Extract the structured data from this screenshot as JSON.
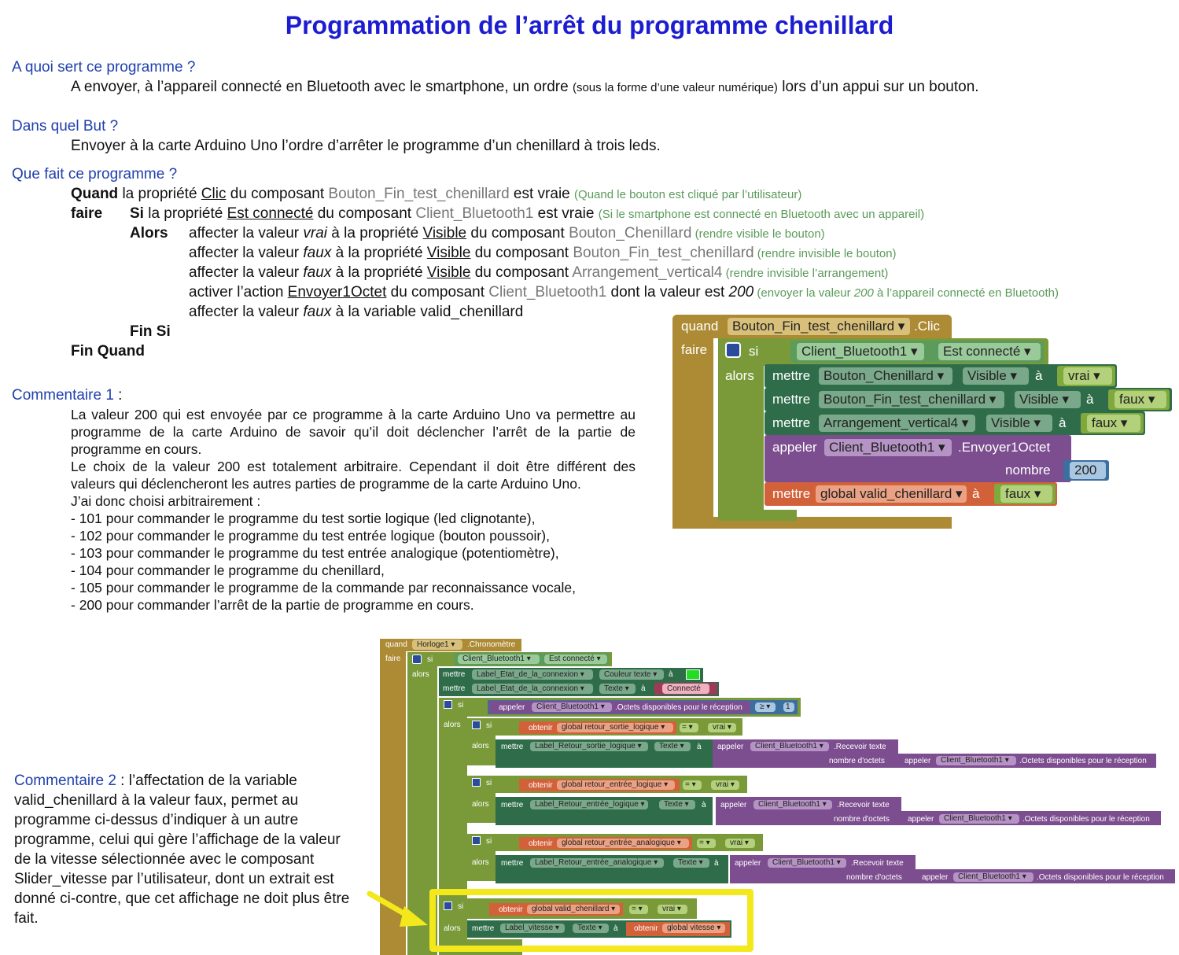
{
  "title": "Programmation de l’arrêt du programme chenillard",
  "q1": {
    "heading": "A quoi sert ce programme ?",
    "text_a": "A envoyer, à l’appareil connecté en Bluetooth avec le smartphone, un ordre ",
    "text_small": "(sous la forme d’une valeur numérique)",
    "text_b": " lors d’un appui sur un bouton."
  },
  "q2": {
    "heading": "Dans quel But ?",
    "text": "Envoyer à la carte Arduino Uno l’ordre d’arrêter le programme d’un chenillard à trois leds."
  },
  "q3": {
    "heading": "Que fait ce programme ?",
    "quand": {
      "kw": "Quand",
      "a": " la propriété ",
      "prop": "Clic",
      "b": " du composant ",
      "comp": "Bouton_Fin_test_chenillard",
      "c": " est vraie ",
      "note": "(Quand le bouton est cliqué par l’utilisateur)"
    },
    "faire": {
      "kw": "faire",
      "kw2": "Si",
      "a": " la propriété ",
      "prop": "Est connecté",
      "b": " du composant ",
      "comp": "Client_Bluetooth1",
      "c": " est vraie ",
      "note": "(Si le smartphone est connecté en Bluetooth avec un appareil)"
    },
    "alors_kw": "Alors",
    "l1": {
      "a": "affecter la valeur ",
      "val": "vrai",
      "b": " à la propriété ",
      "prop": "Visible",
      "c": " du composant ",
      "comp": "Bouton_Chenillard",
      "note": " (rendre visible le bouton)"
    },
    "l2": {
      "a": "affecter la valeur ",
      "val": "faux",
      "b": " à la propriété ",
      "prop": "Visible",
      "c": " du composant ",
      "comp": "Bouton_Fin_test_chenillard",
      "note": " (rendre invisible le bouton)"
    },
    "l3": {
      "a": "affecter la valeur ",
      "val": "faux",
      "b": " à la propriété ",
      "prop": "Visible",
      "c": " du composant ",
      "comp": "Arrangement_vertical4",
      "note": " (rendre invisible l’arrangement)"
    },
    "l4": {
      "a": "activer l’action ",
      "prop": "Envoyer1Octet",
      "b": " du composant ",
      "comp": "Client_Bluetooth1",
      "c": " dont la valeur est ",
      "val": "200",
      "note_a": " (envoyer la valeur ",
      "note_val": "200",
      "note_b": " à l’appareil connecté en Bluetooth)"
    },
    "l5": {
      "a": "affecter la valeur ",
      "val": "faux",
      "b": " à la variable valid_chenillard"
    },
    "finsi": "Fin Si",
    "finquand": "Fin Quand"
  },
  "comment1": {
    "heading": "Commentaire 1",
    "colon": " :",
    "para1": "La valeur 200 qui est envoyée par ce programme à la carte Arduino Uno va permettre au programme de la carte Arduino de savoir qu’il doit déclencher l’arrêt de la partie de programme en cours.",
    "para2": "Le choix de la valeur 200 est totalement arbitraire. Cependant il doit être différent des valeurs qui déclencheront les autres parties de programme de la carte Arduino Uno.",
    "intro": "J’ai donc choisi arbitrairement :",
    "items": [
      "- 101 pour commander le programme du test sortie logique (led clignotante),",
      "- 102 pour commander le programme du test entrée logique (bouton poussoir),",
      "- 103 pour commander le programme du test entrée analogique (potentiomètre),",
      "- 104 pour commander le programme du chenillard,",
      "- 105 pour commander le programme de la commande par reconnaissance vocale,",
      "- 200 pour commander l’arrêt de la partie de programme en cours."
    ]
  },
  "comment2": {
    "heading": "Commentaire 2",
    "text": " : l’affectation de la variable valid_chenillard à la valeur faux, permet au programme ci-dessus d’indiquer à un autre programme, celui qui gère l’affichage de la valeur de la vitesse sélectionnée avec le composant Slider_vitesse par l’utilisateur, dont un extrait est donné ci-contre, que cet affichage ne doit plus être fait."
  },
  "block1": {
    "quand": "quand",
    "component": "Bouton_Fin_test_chenillard",
    "event": ".Clic",
    "faire": "faire",
    "si": "si",
    "alors": "alors",
    "cond_comp": "Client_Bluetooth1",
    "cond_prop": "Est connecté",
    "mettre": "mettre",
    "a": "à",
    "r1": {
      "comp": "Bouton_Chenillard",
      "prop": "Visible",
      "val": "vrai"
    },
    "r2": {
      "comp": "Bouton_Fin_test_chenillard",
      "prop": "Visible",
      "val": "faux"
    },
    "r3": {
      "comp": "Arrangement_vertical4",
      "prop": "Visible",
      "val": "faux"
    },
    "appeler": "appeler",
    "call_comp": "Client_Bluetooth1",
    "call_method": ".Envoyer1Octet",
    "nombre": "nombre",
    "number": "200",
    "var": "global valid_chenillard",
    "var_val": "faux"
  },
  "block2": {
    "quand": "quand",
    "timer": "Horloge1",
    "event": ".Chronomètre",
    "faire": "faire",
    "si": "si",
    "alors": "alors",
    "bt": "Client_Bluetooth1",
    "est_connecte": "Est connecté",
    "mettre": "mettre",
    "a": "à",
    "label_etat": "Label_Etat_de_la_connexion",
    "couleur": "Couleur texte",
    "texte": "Texte",
    "connecte": "Connecté",
    "appeler": "appeler",
    "octets": ".Octets disponibles pour le réception",
    "ge": "≥",
    "one": "1",
    "obtenir": "obtenir",
    "eq": "=",
    "vrai": "vrai",
    "recevoir": ".Recevoir texte",
    "nombre_octets": "nombre d'octets",
    "v1": "global retour_sortie_logique",
    "lbl1": "Label_Retour_sortie_logique",
    "v2": "global retour_entrée_logique",
    "lbl2": "Label_Retour_entrée_logique",
    "v3": "global retour_entrée_analogique",
    "lbl3": "Label_Retour_entrée_analogique",
    "v4": "global valid_chenillard",
    "lbl4": "Label_vitesse",
    "v5": "global vitesse"
  },
  "colors": {
    "event": "#ad8a34",
    "control": "#7a9a3a",
    "component_set": "#2f6d4a",
    "component_get": "#5b9b5b",
    "procedure": "#7c4d8f",
    "variable": "#d2613a",
    "logic": "#7fa83d",
    "number": "#3c6fa0",
    "title": "#1c1cd0",
    "heading": "#1f3fae",
    "note": "#5a9a5a",
    "highlight": "#f2e81c",
    "arrow": "#f2e81c"
  }
}
